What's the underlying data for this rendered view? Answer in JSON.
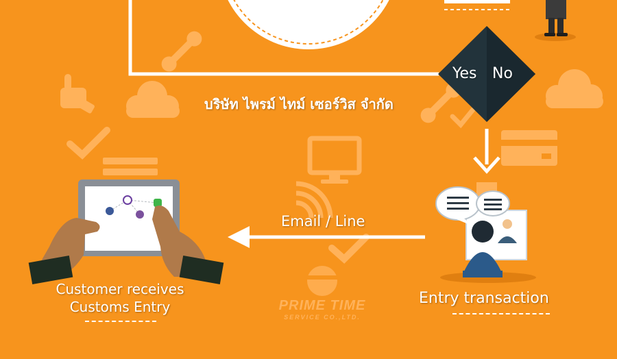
{
  "colors": {
    "background": "#f7941d",
    "decoration": "#ffb25a",
    "diamond": "#22333b",
    "line": "#ffffff"
  },
  "company_name": "บริษัท ไพรม์ ไทม์ เซอร์วิส จำกัด",
  "decision": {
    "yes_label": "Yes",
    "no_label": "No"
  },
  "arrow_label": "Email / Line",
  "step_entry": {
    "label": "Entry transaction"
  },
  "step_customer": {
    "line1": "Customer receives",
    "line2": "Customs Entry"
  },
  "watermark": {
    "line1": "PRIME TIME",
    "line2": "SERVICE CO.,LTD."
  },
  "icons": [
    "wrench-icon",
    "cloud-icon",
    "hand-pointer-icon",
    "checkmark-icon",
    "monitor-icon",
    "credit-card-icon",
    "wifi-icon",
    "tablet-icon",
    "speech-bubble-icon",
    "support-agent-icon",
    "person-icon"
  ]
}
